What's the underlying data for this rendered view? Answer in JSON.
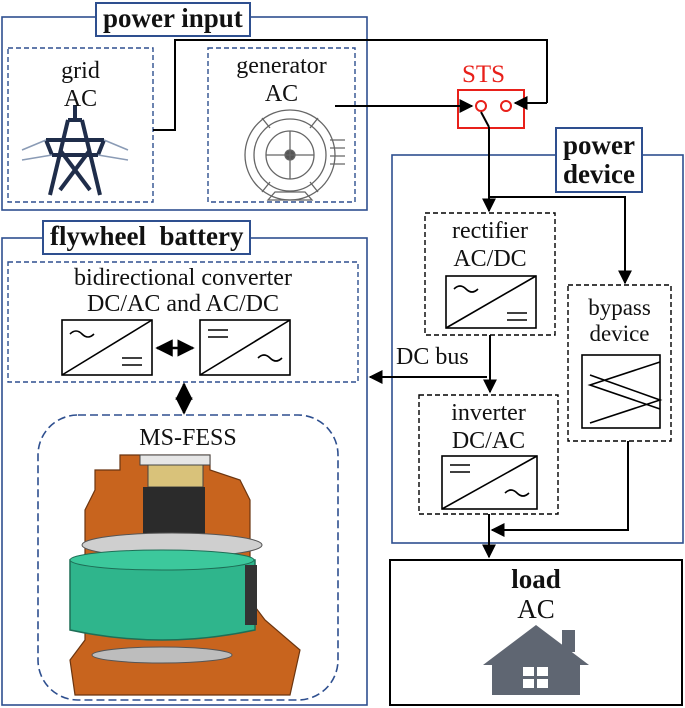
{
  "power_input": {
    "title": "power input",
    "grid": {
      "line1": "grid",
      "line2": "AC"
    },
    "generator": {
      "line1": "generator",
      "line2": "AC"
    }
  },
  "sts": {
    "label": "STS"
  },
  "power_device": {
    "title_line1": "power",
    "title_line2": "device",
    "rectifier": {
      "line1": "rectifier",
      "line2": "AC/DC"
    },
    "inverter": {
      "line1": "inverter",
      "line2": "DC/AC"
    },
    "bypass": {
      "line1": "bypass",
      "line2": "device"
    }
  },
  "flywheel_battery": {
    "title": "flywheel  battery",
    "converter": {
      "line1": "bidirectional converter",
      "line2": "DC/AC and AC/DC"
    },
    "fess": {
      "label": "MS-FESS"
    }
  },
  "dc_bus": {
    "label": "DC bus"
  },
  "load": {
    "line1": "load",
    "line2": "AC"
  },
  "colors": {
    "frame": "#2e4f8f",
    "sts": "#e8201a",
    "tower": "#1f2d4a",
    "house": "#5f6672",
    "flywheel": "#2fb58c",
    "copper": "#c8641e"
  }
}
